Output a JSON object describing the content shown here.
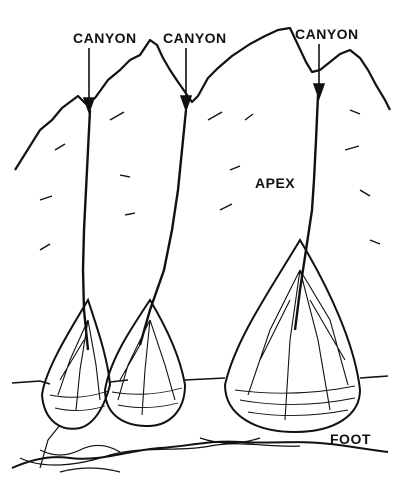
{
  "labels": {
    "canyon_1": "CANYON",
    "canyon_2": "CANYON",
    "canyon_3": "CANYON",
    "apex": "APEX",
    "foot": "FOOT"
  },
  "colors": {
    "ink": "#111111",
    "paper": "#ffffff"
  }
}
